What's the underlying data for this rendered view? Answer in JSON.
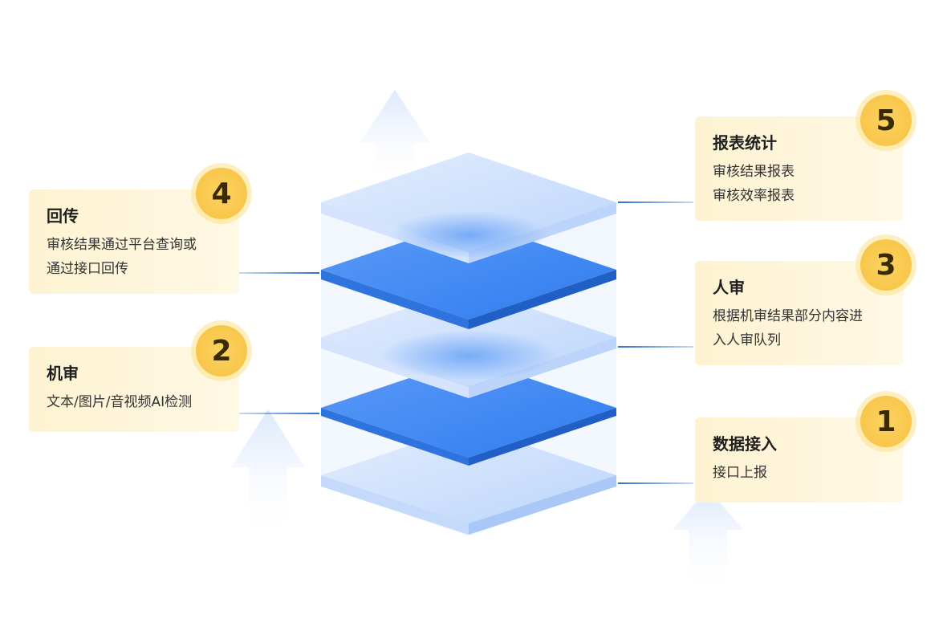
{
  "steps": [
    {
      "number": "1",
      "title": "数据接入",
      "description": "接口上报"
    },
    {
      "number": "2",
      "title": "机审",
      "description": "文本/图片/音视频AI检测"
    },
    {
      "number": "3",
      "title": "人审",
      "description": "根据机审结果部分内容进\n入人审队列"
    },
    {
      "number": "4",
      "title": "回传",
      "description": "审核结果通过平台查询或\n通过接口回传"
    },
    {
      "number": "5",
      "title": "报表统计",
      "description": "审核结果报表\n审核效率报表"
    }
  ],
  "colors": {
    "card_bg": "#fff6dc",
    "badge": "#f9c94e",
    "layer_dark": "#3b86f3",
    "layer_light": "#cfe1fd",
    "connector": "#2a6fd0",
    "arrow": "#e6effc"
  }
}
